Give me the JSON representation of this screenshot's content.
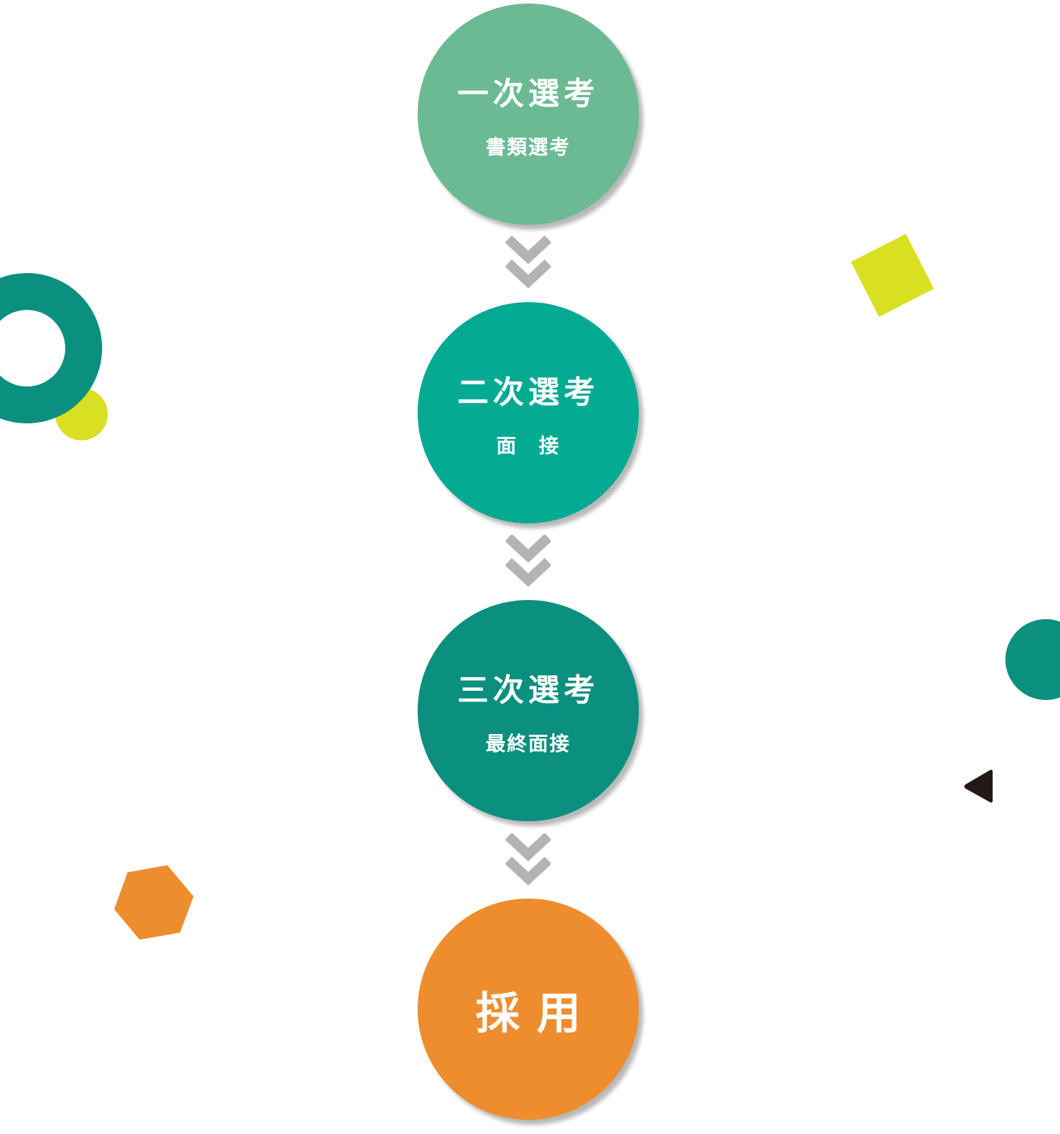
{
  "steps": [
    {
      "title": "一次選考",
      "sub": "書類選考",
      "color": "#6bba93"
    },
    {
      "title": "二次選考",
      "sub": "面　接",
      "color": "#05aa93"
    },
    {
      "title": "三次選考",
      "sub": "最終面接",
      "color": "#0b8f7f"
    },
    {
      "title": "採用",
      "color": "#ee8d2e"
    }
  ],
  "colors": {
    "chevron": "#b3b3b3",
    "teal": "#0b8f7f",
    "yellow": "#d8e021",
    "orange": "#ee8d2e",
    "black": "#231815"
  }
}
